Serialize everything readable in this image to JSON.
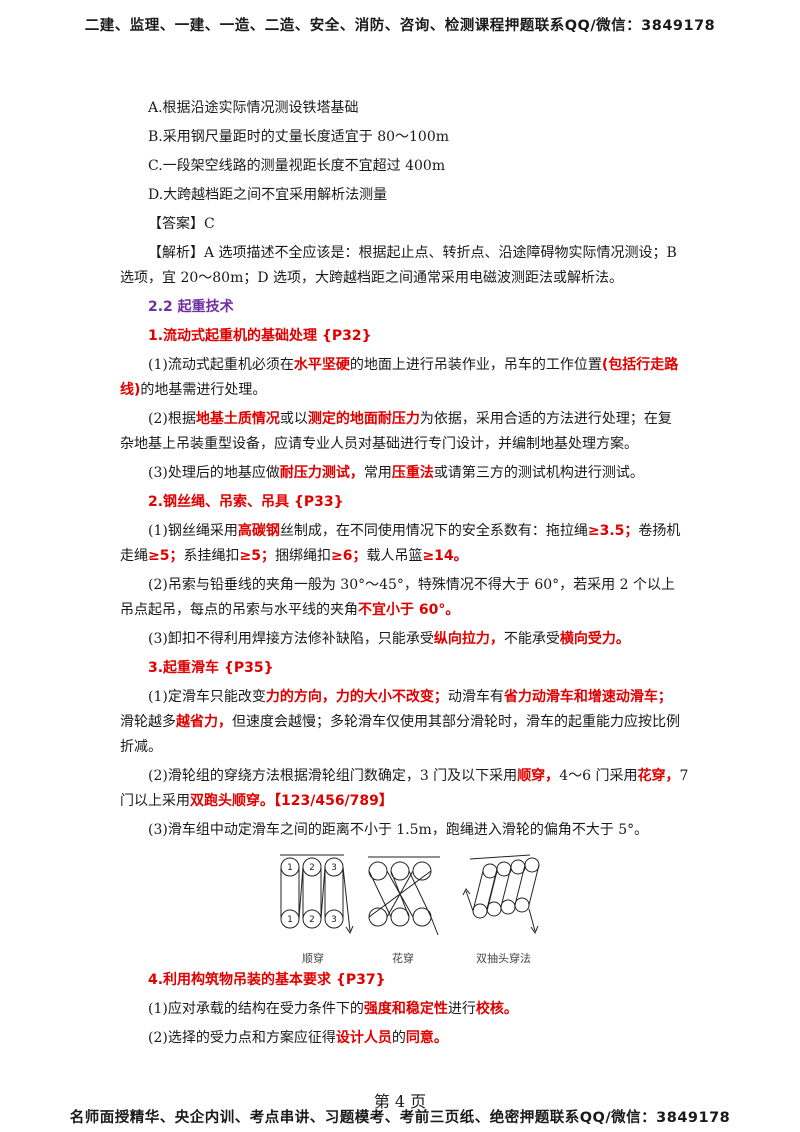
{
  "header": {
    "text": "二建、监理、一建、一造、二造、安全、消防、咨询、检测课程押题联系QQ/微信：3849178"
  },
  "options": [
    "A.根据沿途实际情况测设铁塔基础",
    "B.采用钢尺量距时的丈量长度适宜于 80～100m",
    "C.一段架空线路的测量视距长度不宜超过 400m",
    "D.大跨越档距之间不宜采用解析法测量"
  ],
  "answer": "【答案】C",
  "analysis": {
    "line1": "【解析】A 选项描述不全应该是：根据起止点、转折点、沿途障碍物实际情况测设；B",
    "line2": "选项，宜 20～80m；D 选项，大跨越档距之间通常采用电磁波测距法或解析法。"
  },
  "section": "2.2 起重技术",
  "h1": "1.流动式起重机的基础处理 {P32}",
  "p1": {
    "a": "(1)流动式起重机必须在",
    "b": "水平坚硬",
    "c": "的地面上进行吊装作业，吊车的工作位置",
    "d": "(包括行走路",
    "e": "线)",
    "f": "的地基需进行处理。"
  },
  "p2": {
    "a": "(2)根据",
    "b": "地基土质情况",
    "c": "或以",
    "d": "测定的地面耐压力",
    "e": "为依据，采用合适的方法进行处理；在复",
    "f": "杂地基上吊装重型设备，应请专业人员对基础进行专门设计，并编制地基处理方案。"
  },
  "p3": {
    "a": "(3)处理后的地基应做",
    "b": "耐压力测试，",
    "c": "常用",
    "d": "压重法",
    "e": "或请第三方的测试机构进行测试。"
  },
  "h2": "2.钢丝绳、吊索、吊具 {P33}",
  "p4": {
    "a": "(1)钢丝绳采用",
    "b": "高碳钢",
    "c": "丝制成，在不同使用情况下的安全系数有：拖拉绳",
    "d": "≥3.5；",
    "e": "卷扬机",
    "f": "走绳",
    "g": "≥5；",
    "h": "系挂绳扣",
    "i": "≥5；",
    "j": "捆绑绳扣",
    "k": "≥6；",
    "l": "载人吊篮",
    "m": "≥14。"
  },
  "p5": {
    "a": "(2)吊索与铅垂线的夹角一般为 30°～45°，特殊情况不得大于 60°，若采用 2 个以上",
    "b": "吊点起吊，每点的吊索与水平线的夹角",
    "c": "不宜小于 60°。"
  },
  "p6": {
    "a": "(3)卸扣不得利用焊接方法修补缺陷，只能承受",
    "b": "纵向拉力，",
    "c": "不能承受",
    "d": "横向受力。"
  },
  "h3": "3.起重滑车 {P35}",
  "p7": {
    "a": "(1)定滑车只能改变",
    "b": "力的方向，力的大小不改变；",
    "c": "动滑车有",
    "d": "省力动滑车和增速动滑车；",
    "e": "滑轮越多",
    "f": "越省力，",
    "g": "但速度会越慢；多轮滑车仅使用其部分滑轮时，滑车的起重能力应按比例",
    "h": "折减。"
  },
  "p8": {
    "a": "(2)滑轮组的穿绕方法根据滑轮组门数确定，3 门及以下采用",
    "b": "顺穿，",
    "c": "4～6 门采用",
    "d": "花穿，",
    "e": "7",
    "f": "门以上采用",
    "g": "双跑头顺穿。【123/456/789】"
  },
  "p9": "(3)滑车组中动定滑车之间的距离不小于 1.5m，跑绳进入滑轮的偏角不大于 5°。",
  "figure": {
    "captions": [
      "顺穿",
      "花穿",
      "双抽头穿法"
    ],
    "numbers": [
      "1",
      "2",
      "3"
    ]
  },
  "h4": "4.利用构筑物吊装的基本要求 {P37}",
  "p10": {
    "a": "(1)应对承载的结构在受力条件下的",
    "b": "强度和稳定性",
    "c": "进行",
    "d": "校核。"
  },
  "p11": {
    "a": "(2)选择的受力点和方案应征得",
    "b": "设计人员",
    "c": "的",
    "d": "同意。"
  },
  "footer": {
    "page": "第 4 页",
    "ad": "名师面授精华、央企内训、考点串讲、习题模考、考前三页纸、绝密押题联系QQ/微信：3849178"
  },
  "colors": {
    "highlight": "#e00000",
    "section": "#7030a0",
    "watermark": "#f4b8c0"
  }
}
